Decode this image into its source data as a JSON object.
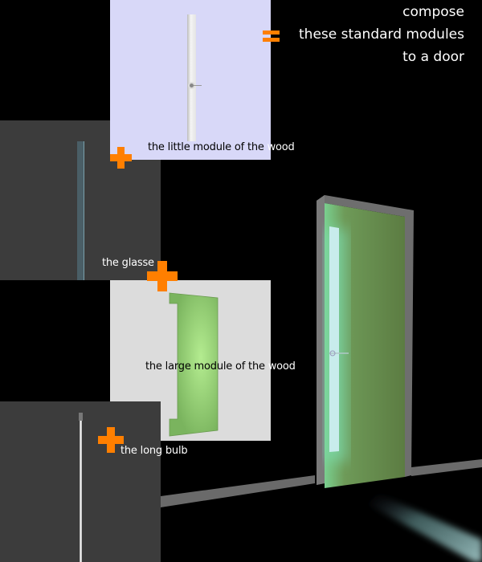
{
  "title": {
    "line1": "compose",
    "line2": "these standard modules",
    "line3": "to a door",
    "operator": "equals"
  },
  "modules": [
    {
      "id": "little-wood",
      "label_dark": "the little module of the ",
      "label_light": "wood",
      "panel_color": "#d8d8f8",
      "operator": "plus"
    },
    {
      "id": "glass",
      "label": "the glasse",
      "panel_color": "#3c3c3c",
      "operator": "plus"
    },
    {
      "id": "large-wood",
      "label_dark": "the large module of the ",
      "label_light": "wood",
      "panel_color": "#dcdcdc",
      "operator": "plus"
    },
    {
      "id": "long-bulb",
      "label": "the long bulb",
      "panel_color": "#3c3c3c",
      "operator": "plus"
    }
  ],
  "colors": {
    "background": "#000000",
    "operator": "#ff7f00",
    "wood_green": "#8cc870",
    "door_green": "#5e7e44",
    "frame_gray": "#6e6e6e",
    "glow": "#7fe8c0"
  }
}
